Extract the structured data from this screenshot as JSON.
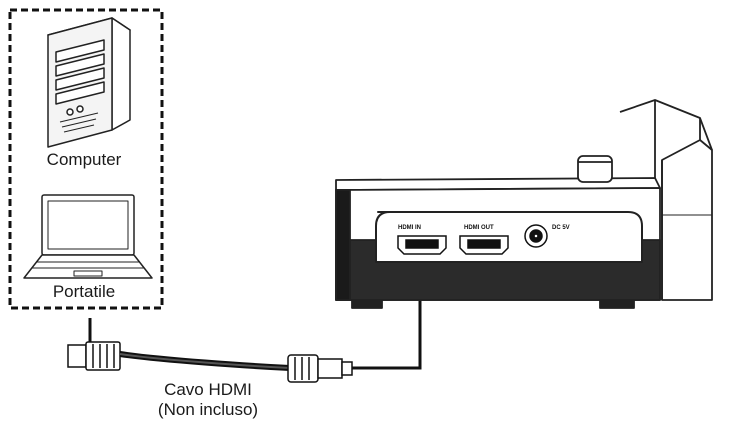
{
  "devices": {
    "computer_label": "Computer",
    "laptop_label": "Portatile"
  },
  "cable": {
    "name": "Cavo HDMI",
    "note": "(Non incluso)"
  },
  "ports": {
    "hdmi_in": "HDMI IN",
    "hdmi_out": "HDMI OUT",
    "dc": "DC 5V"
  }
}
